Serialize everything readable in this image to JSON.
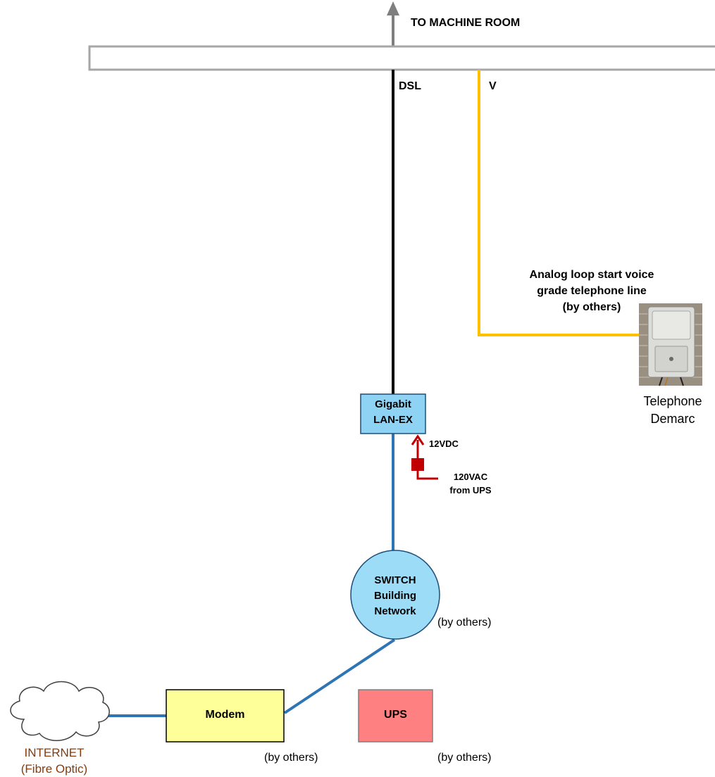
{
  "diagram": {
    "header_label": "TO MACHINE ROOM",
    "cable_dsl_label": "DSL",
    "cable_voice_label": "V",
    "analog_line_note": [
      "Analog loop start voice",
      "grade telephone line",
      "(by others)"
    ],
    "demarc_caption": [
      "Telephone",
      "Demarc"
    ],
    "lan_ex_label": [
      "Gigabit",
      "LAN-EX"
    ],
    "power_12v_label": "12VDC",
    "power_120v_label": [
      "120VAC",
      "from UPS"
    ],
    "switch_label": [
      "SWITCH",
      "Building",
      "Network"
    ],
    "switch_note": "(by others)",
    "modem_label": "Modem",
    "modem_note": "(by others)",
    "ups_label": "UPS",
    "ups_note": "(by others)",
    "internet_label": [
      "INTERNET",
      "(Fibre Optic)"
    ]
  },
  "colors": {
    "tray_stroke": "#a6a6a6",
    "dsl_cable": "#000000",
    "voice_cable": "#ffc000",
    "ethernet_cable": "#2e75b6",
    "power_cable": "#c00000",
    "lan_ex_fill": "#8fd3f4",
    "switch_fill": "#9ddcf7",
    "modem_fill": "#ffff99",
    "ups_fill": "#ff8080",
    "internet_text": "#843c0c"
  }
}
